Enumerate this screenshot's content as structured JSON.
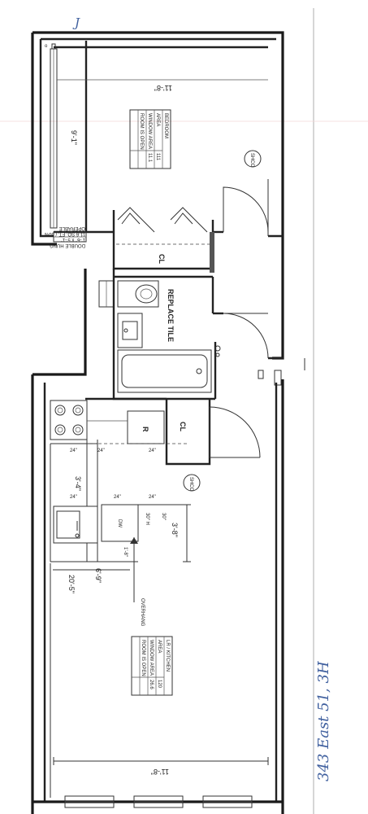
{
  "bedroom": {
    "name": "BEDROOM",
    "area_label": "AREA",
    "area_value": "111",
    "window_label": "WINDOW AREA",
    "window_value": "11.1",
    "light_label": "ROOM IS OPEN",
    "width_dim": "11'-8\"",
    "length_dim": "9'-1\""
  },
  "kitchen": {
    "name": "LR / KITCHEN",
    "area_label": "AREA",
    "area_value": "120",
    "window_label": "WINDOW AREA",
    "window_value": "26.6",
    "light_label": "ROOM IS OPEN",
    "length_dim": "20'-5\"",
    "width_dim": "11'-8\"",
    "dim_6_9": "6'-9\"",
    "dim_3_4": "3'-4\"",
    "dim_3_8": "3'-8\"",
    "dim_1_8": "1'-8\"",
    "overhang": "OVERHANG",
    "dw": "DW",
    "r": "R",
    "h30": "30\"",
    "h30b": "30\" H"
  },
  "closets": {
    "cl_top": "CL",
    "cl_bottom": "CL"
  },
  "bath": {
    "tile_label": "REPLACE TILE"
  },
  "door_window_note": {
    "line1": "DOUBLE HUNG",
    "line2": "1'-6\" x 5'-1\"",
    "line3": "11.6 SQ. FT. / 50%",
    "line4": "OPERABLE"
  },
  "ceiling_tags": {
    "tag1": "SHCO",
    "tag2": "SHCO"
  },
  "handwriting": {
    "address": "343 East 51, 3H",
    "top_mark": "J"
  }
}
